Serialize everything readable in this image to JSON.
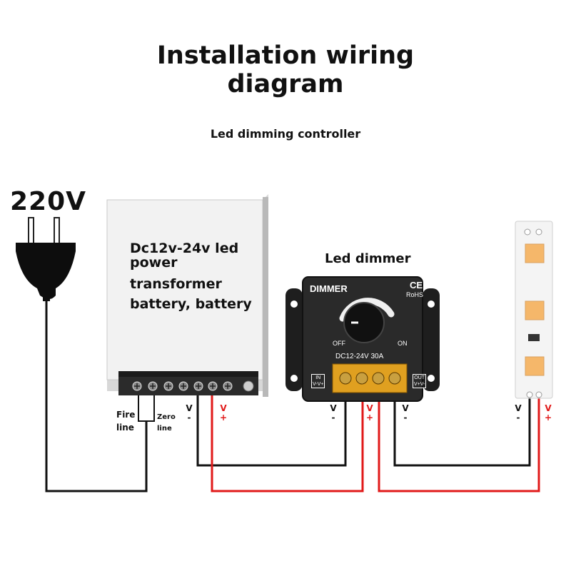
{
  "title_line1": "Installation wiring",
  "title_line2": "diagram",
  "subtitle": "Led dimming controller",
  "plug": {
    "voltage": "220V",
    "icon": "power-plug-icon"
  },
  "power_supply": {
    "lines": [
      "Dc12v-24v led",
      "power",
      "transformer",
      "battery, battery"
    ],
    "fire_label": [
      "Fire",
      "line"
    ],
    "zero_label": [
      "Zero",
      "line"
    ],
    "terminal_neg": [
      "V",
      "-"
    ],
    "terminal_pos": [
      "V",
      "+"
    ]
  },
  "dimmer": {
    "label": "Led dimmer",
    "brand": "DIMMER",
    "cert_ce": "CE",
    "cert_rohs": "RoHS",
    "off": "OFF",
    "on": "ON",
    "rating": "DC12-24V 30A",
    "in_label": "IN",
    "in_sub": "V-V+",
    "out_label": "OUT",
    "out_sub": "V+V-",
    "in_neg": [
      "V",
      "-"
    ],
    "in_pos": [
      "V",
      "+"
    ],
    "out_neg": [
      "V",
      "-"
    ]
  },
  "led_strip": {
    "icon": "led-strip-icon",
    "neg": [
      "V",
      "-"
    ],
    "pos": [
      "V",
      "+"
    ]
  },
  "colors": {
    "positive_wire": "#e11a1a",
    "negative_wire": "#111111",
    "led": "#f5b76a"
  }
}
